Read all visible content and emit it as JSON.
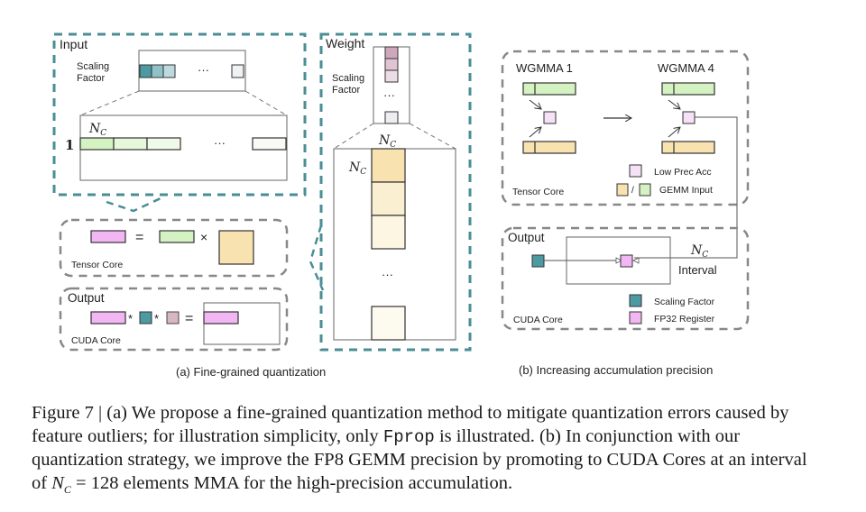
{
  "figure": {
    "number": "Figure 7",
    "colors": {
      "teal_dash": "#4a8e95",
      "gray_dash": "#8a8a8a",
      "pink": "#f2b6f2",
      "light_pink": "#f6e2f6",
      "green": "#d4f2c2",
      "light_green": "#e8f7e0",
      "yellow": "#f7e2b0",
      "light_yellow": "#fcf5e3",
      "teal": "#4e9aa3",
      "mauve": "#d8b6c2"
    },
    "panel_a": {
      "caption": "(a) Fine-grained quantization",
      "input": {
        "title": "Input",
        "scaling_factor_label_1": "Scaling",
        "scaling_factor_label_2": "Factor",
        "ellipsis": "···",
        "nc": "N",
        "nc_sub": "C",
        "row_label": "1"
      },
      "weight": {
        "title": "Weight",
        "scaling_factor_label_1": "Scaling",
        "scaling_factor_label_2": "Factor",
        "ellipsis": "···",
        "nc": "N",
        "nc_sub": "C"
      },
      "tensor_core": {
        "label": "Tensor Core",
        "equals": "=",
        "times": "×"
      },
      "output": {
        "title": "Output",
        "label": "CUDA Core",
        "star": "*",
        "equals": "="
      }
    },
    "panel_b": {
      "caption": "(b) Increasing accumulation precision",
      "tensor_core": {
        "label": "Tensor Core",
        "wgmma_1": "WGMMA 1",
        "wgmma_4": "WGMMA 4",
        "legend": {
          "low_prec_acc": "Low Prec Acc",
          "gemm_input": "GEMM Input",
          "slash": "/"
        }
      },
      "output": {
        "title": "Output",
        "label": "CUDA Core",
        "nc": "N",
        "nc_sub": "C",
        "interval": "Interval",
        "legend": {
          "scaling_factor": "Scaling Factor",
          "fp32_register": "FP32 Register"
        }
      }
    }
  },
  "caption": {
    "prefix": "Figure 7 | (a) We propose a fine-grained quantization method to mitigate quantization errors caused by feature outliers; for illustration simplicity, only ",
    "code": "Fprop",
    "middle": " is illustrated. (b) In conjunction with our quantization strategy, we improve the FP8 GEMM precision by promoting to CUDA Cores at an interval of ",
    "nc": "N",
    "nc_sub": "C",
    "suffix": " = 128 elements MMA for the high-precision accumulation."
  }
}
